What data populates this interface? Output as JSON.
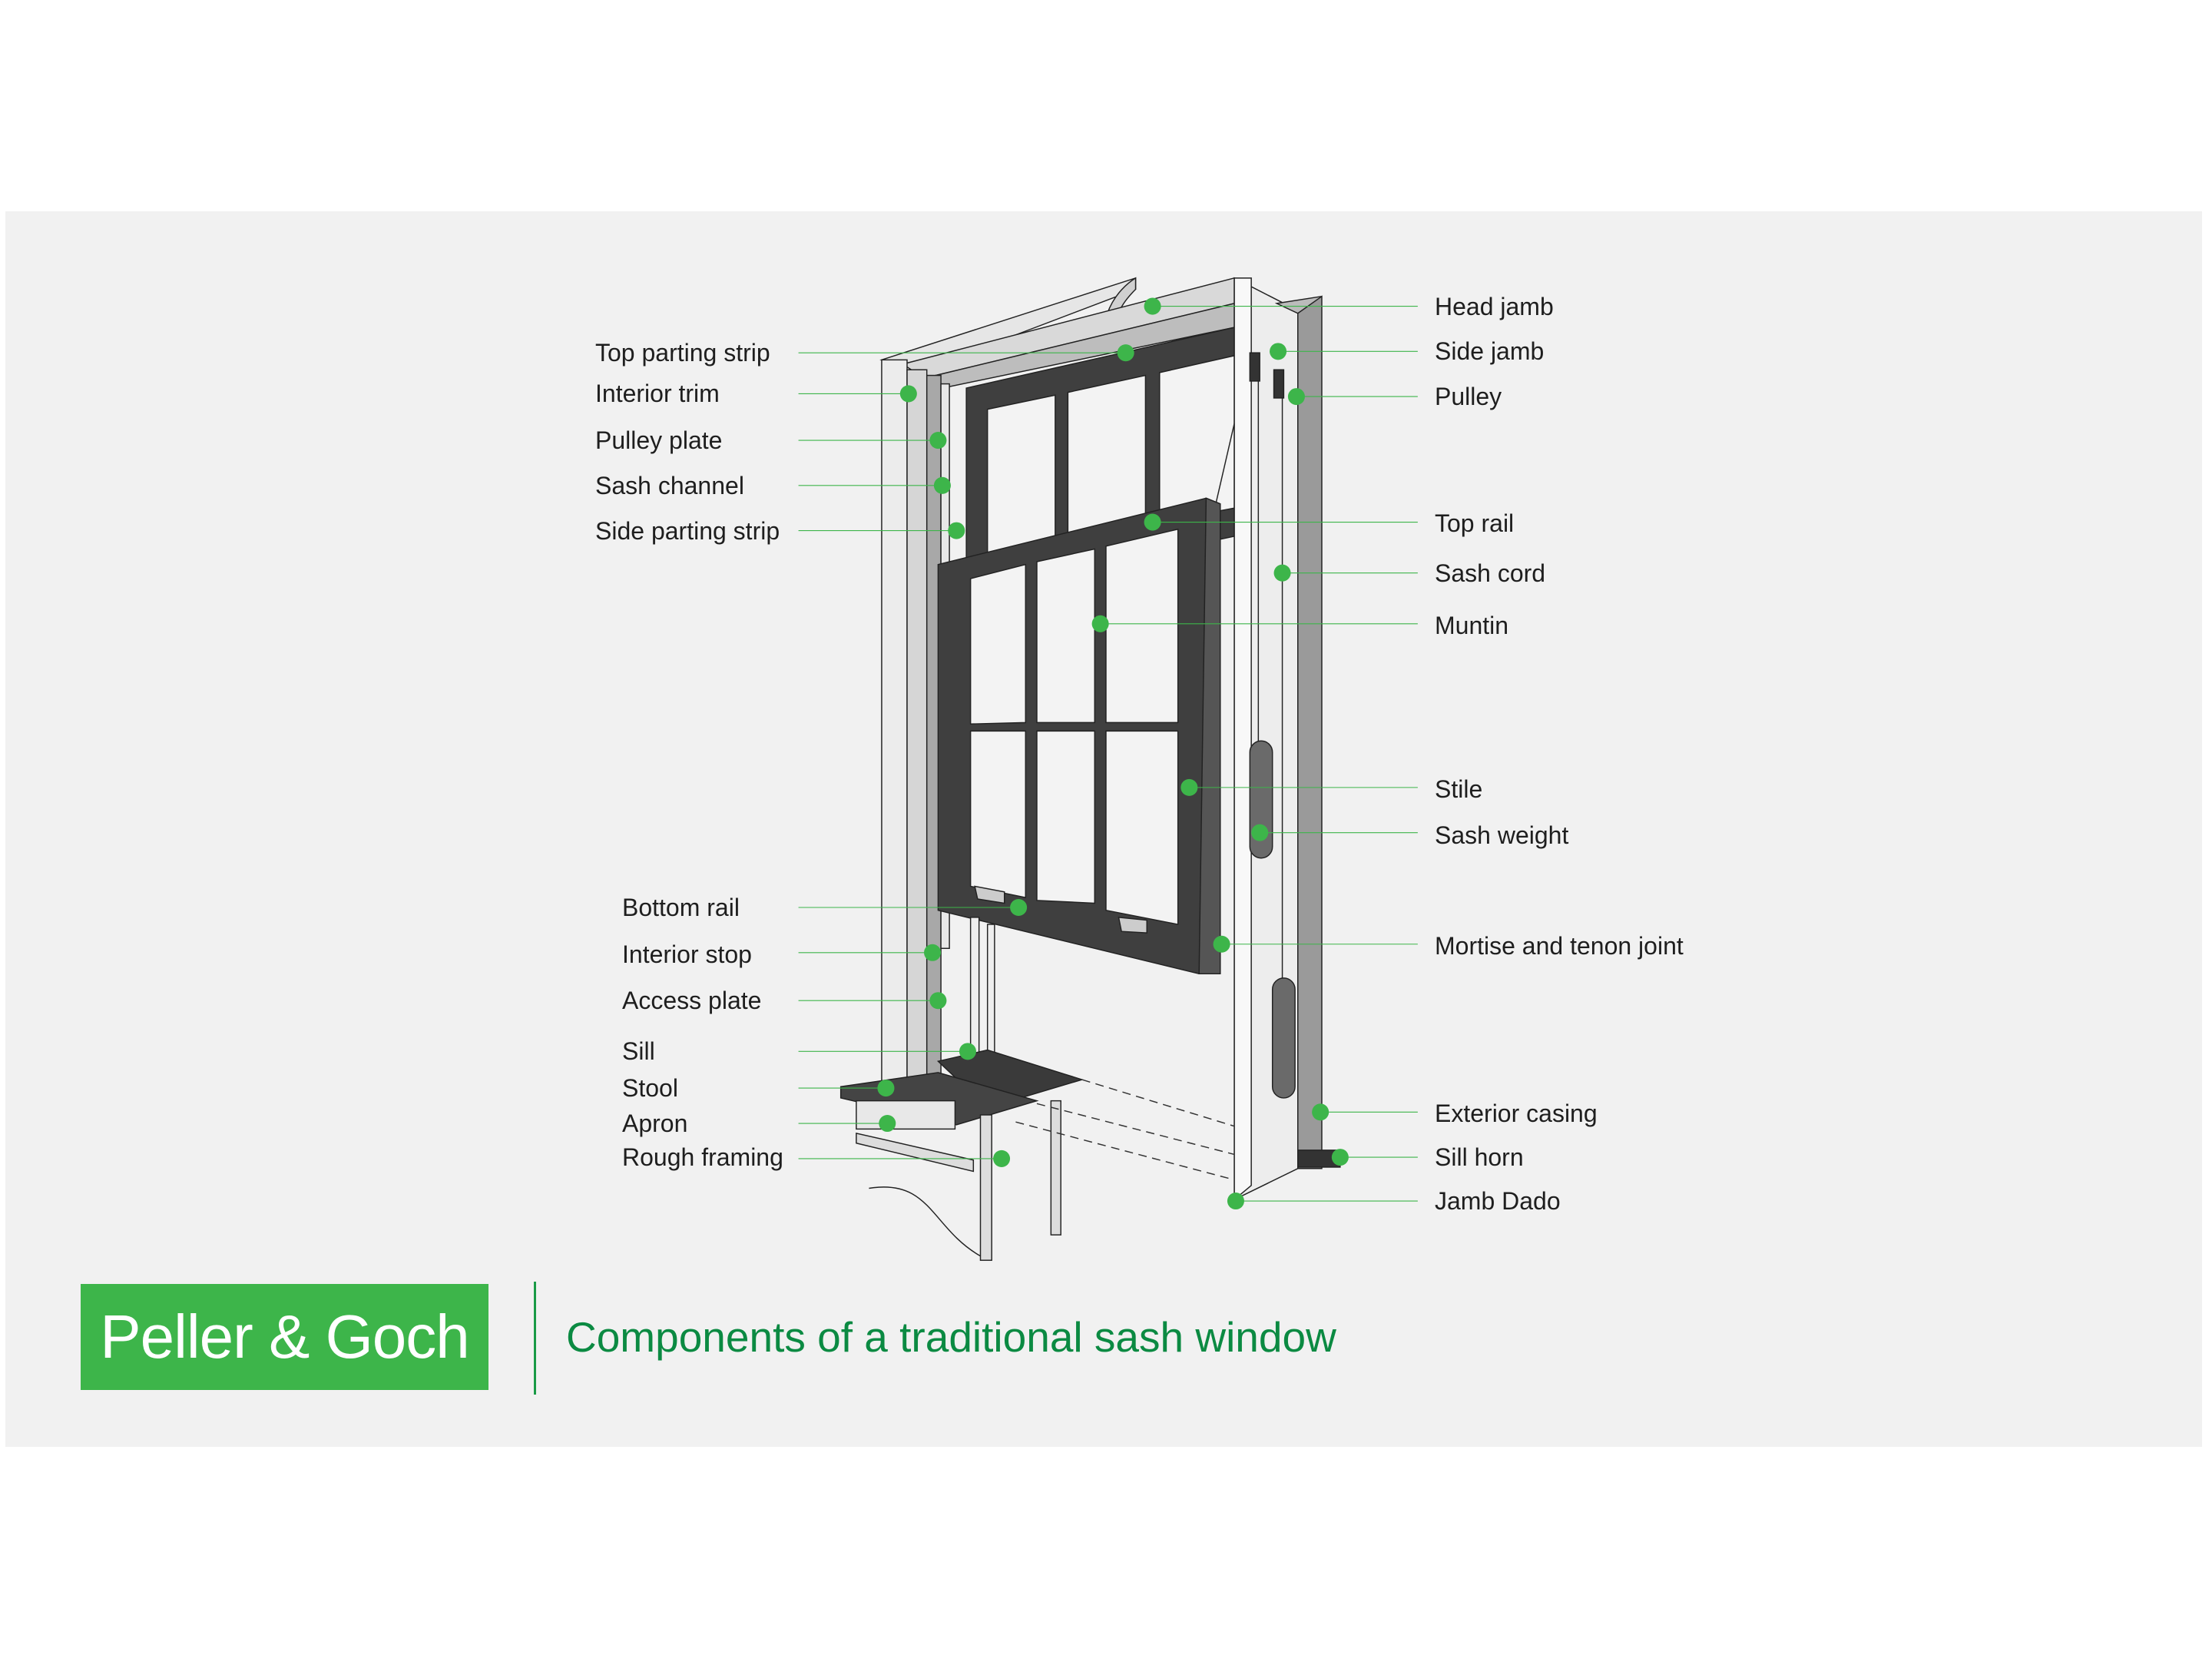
{
  "labels_left": [
    "Top parting strip",
    "Interior trim",
    "Pulley plate",
    "Sash channel",
    "Side parting strip",
    "Bottom rail",
    "Interior stop",
    "Access plate",
    "Sill",
    "Stool",
    "Apron",
    "Rough framing"
  ],
  "labels_right": [
    "Head jamb",
    "Side jamb",
    "Pulley",
    "Top rail",
    "Sash cord",
    "Muntin",
    "Stile",
    "Sash weight",
    "Mortise and tenon joint",
    "Exterior casing",
    "Sill horn",
    "Jamb Dado"
  ],
  "footer": {
    "logo": "Peller & Goch",
    "title": "Components of a traditional sash window"
  },
  "colors": {
    "accent": "#3db54a",
    "title": "#0b8a42",
    "sash": "#3f3f3f",
    "background": "#f1f1f1"
  }
}
